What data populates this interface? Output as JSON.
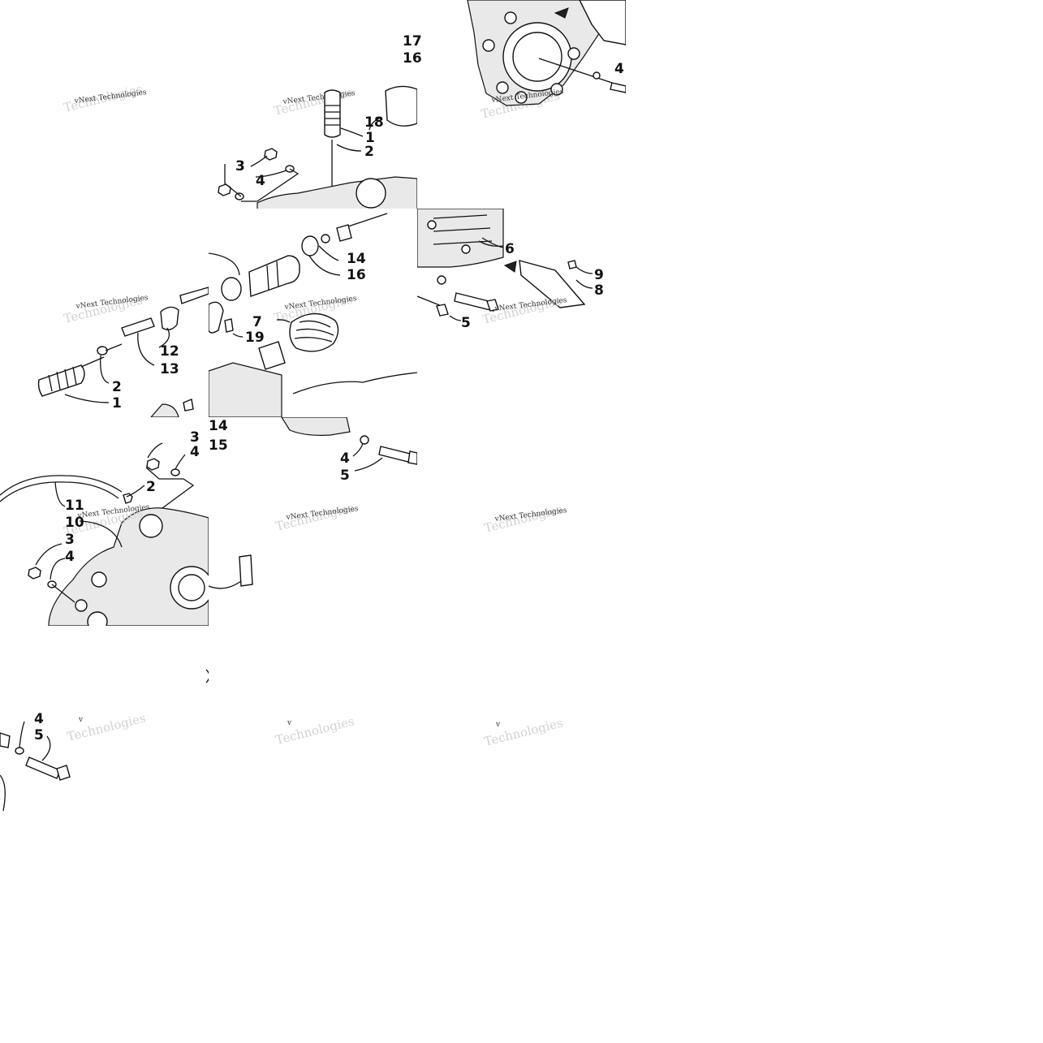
{
  "watermark": "vNext Technologies",
  "watermark_partial": "v",
  "watermark_ghost": "Technologies",
  "callouts": {
    "t2": [
      "17",
      "16",
      "4"
    ],
    "t4": [
      "18",
      "1",
      "2",
      "3",
      "4",
      "14",
      "16",
      "7",
      "19"
    ],
    "t5": [
      "6",
      "9",
      "8",
      "5"
    ],
    "t6": [
      "12",
      "13",
      "2",
      "1"
    ],
    "t7": [
      "14",
      "15",
      "4",
      "5"
    ],
    "t9": [
      "3",
      "4",
      "2",
      "11",
      "10",
      "3",
      "4"
    ],
    "t10": [
      "4",
      "5"
    ]
  },
  "colors": {
    "line": "#111111",
    "background": "#ffffff",
    "watermark": "#333333",
    "watermark_ghost": "#d2d2d2"
  },
  "icons": [
    "arrow-marker-icon",
    "arrow-marker-icon"
  ]
}
